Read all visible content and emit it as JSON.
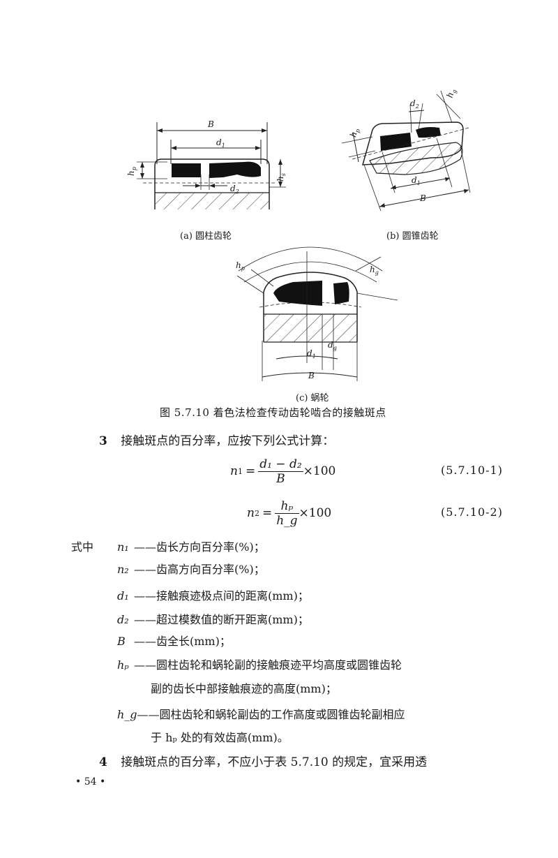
{
  "figure": {
    "panel_a_caption": "(a) 圆柱齿轮",
    "panel_b_caption": "(b) 圆锥齿轮",
    "panel_c_caption": "(c) 蜗轮",
    "title": "图 5.7.10   着色法检查传动齿轮啮合的接触斑点",
    "dim_labels": {
      "B": "B",
      "d": "d",
      "h": "h",
      "sub1": "1",
      "sub2": "2",
      "sub_p": "p",
      "sub_g": "g",
      "sub_s": "s"
    }
  },
  "section3": {
    "number": "3",
    "text": "接触斑点的百分率，应按下列公式计算："
  },
  "equations": [
    {
      "lhs": "n",
      "lhs_sub": "1",
      "num": "d₁ − d₂",
      "den": "B",
      "tail": "×100",
      "number": "(5.7.10-1)"
    },
    {
      "lhs": "n",
      "lhs_sub": "2",
      "num": "hₚ",
      "den": "h_g",
      "tail": "×100",
      "number": "(5.7.10-2)"
    }
  ],
  "definitions": {
    "lead": "式中",
    "items": [
      {
        "sym": "n₁",
        "text": "——齿长方向百分率(%)；"
      },
      {
        "sym": "n₂",
        "text": "——齿高方向百分率(%)；"
      },
      {
        "sym": "d₁",
        "text": "——接触痕迹极点间的距离(mm)；"
      },
      {
        "sym": "d₂",
        "text": "——超过模数值的断开距离(mm)；"
      },
      {
        "sym": "B",
        "text": "——齿全长(mm)；"
      },
      {
        "sym": "hₚ",
        "text": "——圆柱齿轮和蜗轮副的接触痕迹平均高度或圆锥齿轮"
      },
      {
        "sym": "",
        "text": "副的齿长中部接触痕迹的高度(mm)；"
      },
      {
        "sym": "h_g",
        "text": "——圆柱齿轮和蜗轮副齿的工作高度或圆锥齿轮副相应"
      },
      {
        "sym": "",
        "text": "于 hₚ 处的有效齿高(mm)。"
      }
    ]
  },
  "section4": {
    "number": "4",
    "text": "接触斑点的百分率，不应小于表 5.7.10 的规定，宜采用透"
  },
  "page_number": "• 54 •"
}
